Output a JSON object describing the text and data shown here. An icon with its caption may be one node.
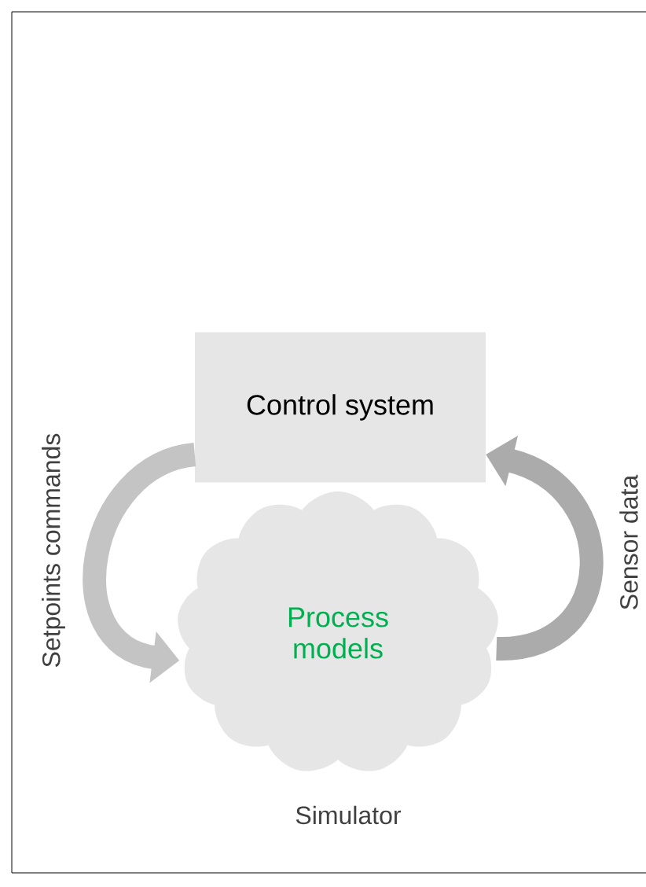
{
  "diagram": {
    "nodes": [
      {
        "text": [
          "Control system"
        ]
      },
      {
        "text": [
          "Process models"
        ],
        "beside": [
          "Simulator"
        ]
      }
    ],
    "edges": [
      {
        "from": 0,
        "to": 1,
        "arrow": "to",
        "label": "Setpoints commands"
      },
      {
        "from": 1,
        "to": 0,
        "arrow": "to",
        "label": "Sensor data"
      }
    ]
  }
}
